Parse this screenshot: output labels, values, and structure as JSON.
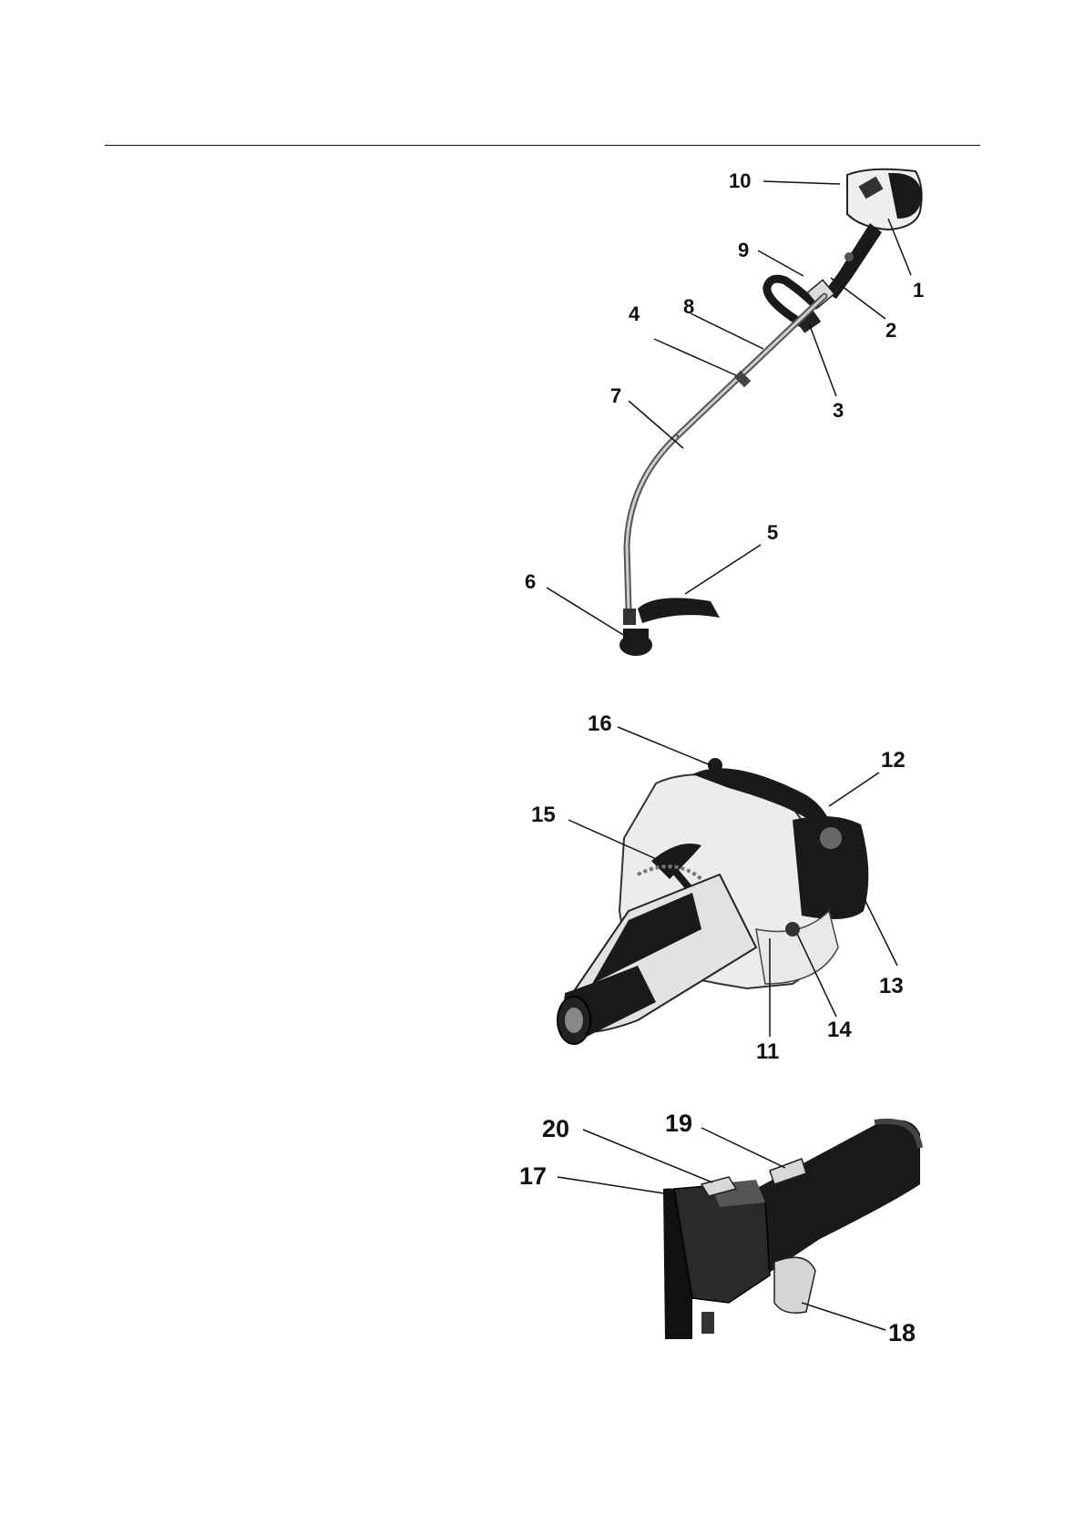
{
  "figure1": {
    "callouts": [
      "10",
      "9",
      "1",
      "8",
      "4",
      "2",
      "3",
      "7",
      "5",
      "6"
    ]
  },
  "figure2": {
    "callouts": [
      "16",
      "12",
      "15",
      "13",
      "14",
      "11"
    ]
  },
  "figure3": {
    "callouts": [
      "20",
      "19",
      "17",
      "18"
    ]
  },
  "colors": {
    "ink": "#111111",
    "housing": "#e9e9e9",
    "dark_parts": "#1a1a1a"
  }
}
